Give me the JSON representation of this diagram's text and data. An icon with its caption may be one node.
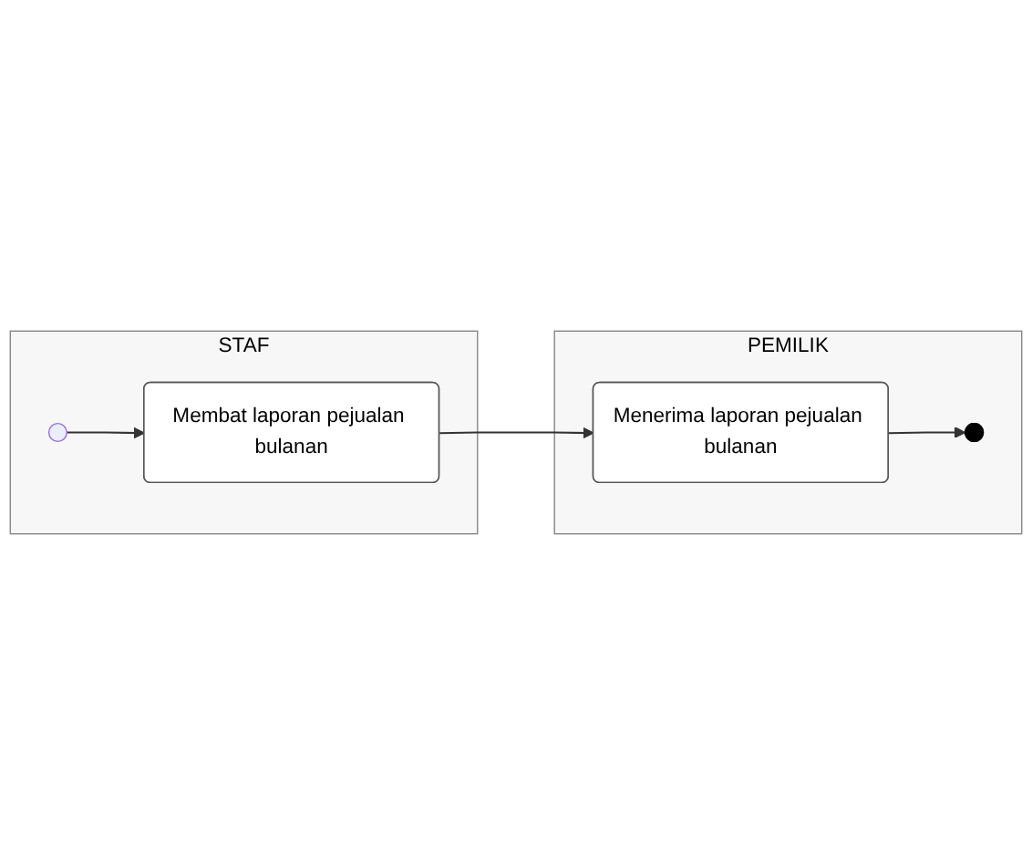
{
  "diagram": {
    "nodes": [
      {
        "text": [
          "STAF"
        ]
      },
      {
        "text": [
          "PEMILIK"
        ]
      },
      {
        "text": [],
        "shape": "circle",
        "in": 0
      },
      {
        "text": [
          "Membat laporan pejualan bulanan"
        ],
        "in": 0
      },
      {
        "text": [
          "Menerima laporan pejualan bulanan"
        ],
        "in": 1
      },
      {
        "text": [],
        "shape": "circle",
        "in": 1
      }
    ],
    "edges": [
      {
        "from": 2,
        "to": 3,
        "arrow": "to"
      },
      {
        "from": 3,
        "to": 4,
        "arrow": "to"
      },
      {
        "from": 4,
        "to": 5,
        "arrow": "to"
      }
    ]
  }
}
